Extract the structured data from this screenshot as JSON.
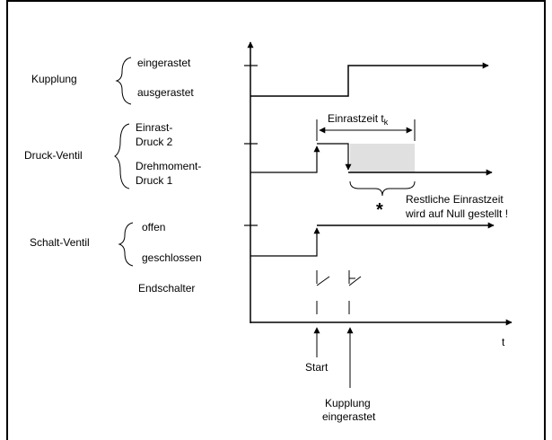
{
  "labels": {
    "kupplung": "Kupplung",
    "eingerastet": "eingerastet",
    "ausgerastet": "ausgerastet",
    "druck_ventil": "Druck-Ventil",
    "einrast": "Einrast-",
    "druck2": "Druck 2",
    "drehmoment": "Drehmoment-",
    "druck1": "Druck 1",
    "schalt_ventil": "Schalt-Ventil",
    "offen": "offen",
    "geschlossen": "geschlossen",
    "endschalter": "Endschalter",
    "einrastzeit": "Einrastzeit t",
    "einrastzeit_sub": "k",
    "star": "*",
    "restliche_1": "Restliche Einrastzeit",
    "restliche_2": "wird auf Null gestellt !",
    "t_axis": "t",
    "start": "Start",
    "kupplung_eingerastet_1": "Kupplung",
    "kupplung_eingerastet_2": "eingerastet"
  }
}
